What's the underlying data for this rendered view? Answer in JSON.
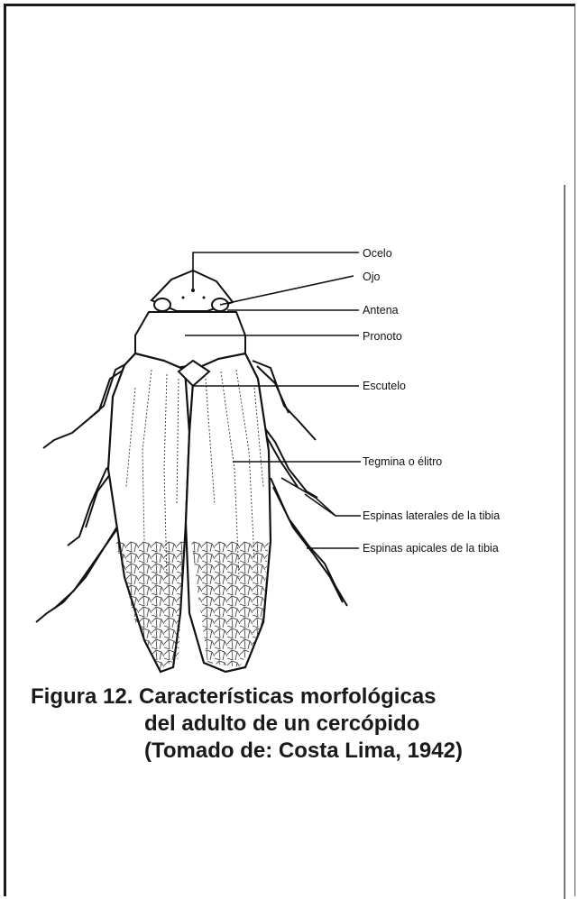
{
  "labels": {
    "ocelo": "Ocelo",
    "ojo": "Ojo",
    "antena": "Antena",
    "pronoto": "Pronoto",
    "escutelo": "Escutelo",
    "tegmina": "Tegmina o élitro",
    "espinas_laterales": "Espinas laterales de la tibia",
    "espinas_apicales": "Espinas apicales de la tibia"
  },
  "caption": {
    "line1": "Figura 12. Características morfológicas",
    "line2": "del adulto de un cercópido",
    "line3": "(Tomado de: Costa Lima, 1942)"
  }
}
